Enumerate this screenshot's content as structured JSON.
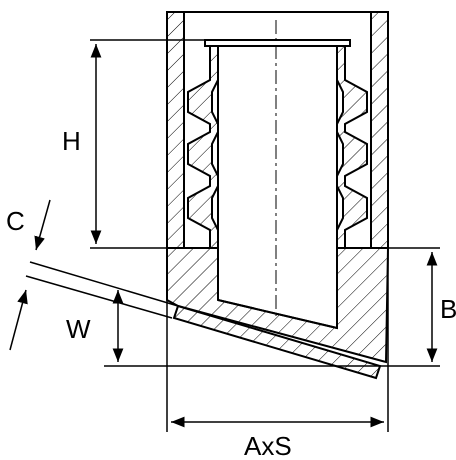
{
  "diagram": {
    "labels": {
      "height_h": "H",
      "chamfer_c": "C",
      "angle_w": "W",
      "depth_b": "B",
      "width_axs": "AxS"
    },
    "colors": {
      "line": "#000000",
      "background": "#ffffff"
    }
  }
}
